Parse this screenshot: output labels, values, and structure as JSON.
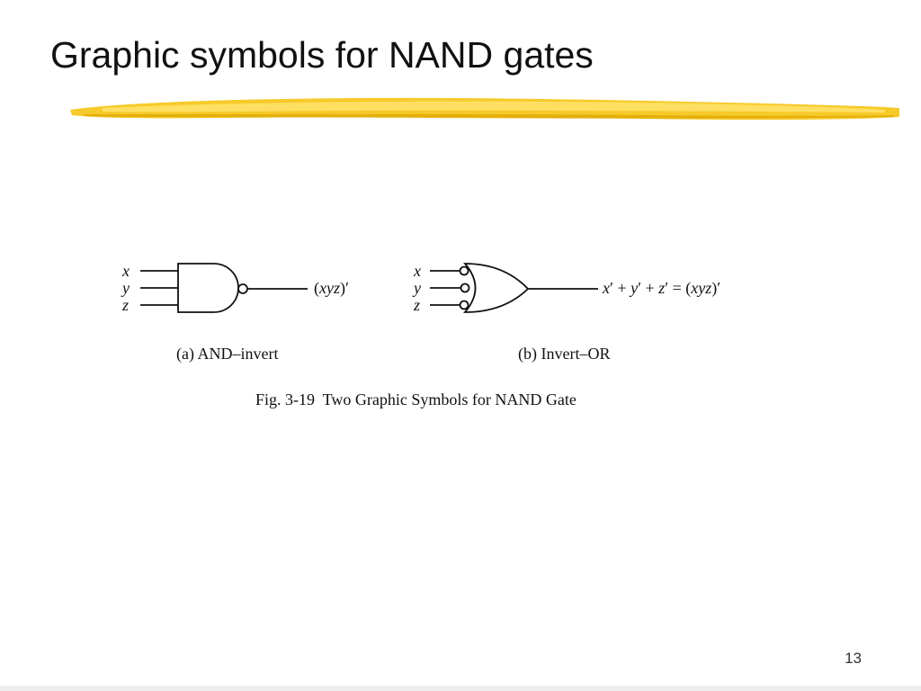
{
  "slide": {
    "title": "Graphic symbols for NAND gates",
    "page_number": "13",
    "accent_color": "#F5C518"
  },
  "figure": {
    "caption": "Fig. 3-19  Two Graphic Symbols for NAND Gate",
    "gate_a": {
      "inputs": [
        "x",
        "y",
        "z"
      ],
      "output_parts": [
        "(",
        "xyz",
        ")′"
      ],
      "label": "(a) AND–invert"
    },
    "gate_b": {
      "inputs": [
        "x",
        "y",
        "z"
      ],
      "output_parts": [
        "x",
        "′ + ",
        "y",
        "′ + ",
        "z",
        "′ = (",
        "xyz",
        ")′"
      ],
      "label": "(b) Invert–OR"
    }
  }
}
